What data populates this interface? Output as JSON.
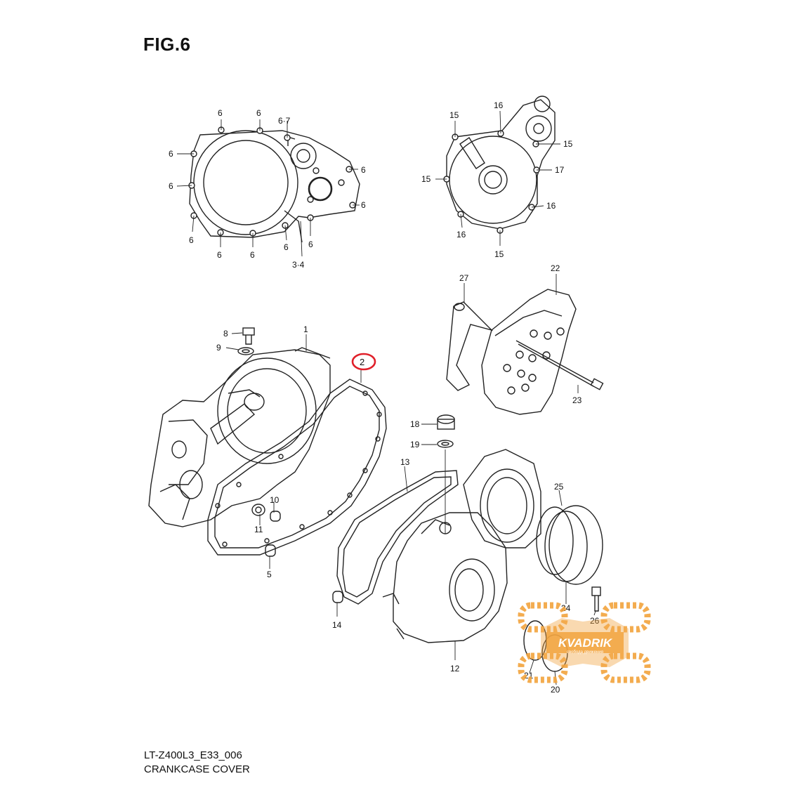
{
  "figure": {
    "title": "FIG.6"
  },
  "footer": {
    "model_code": "LT-Z400L3_E33_006",
    "diagram_name": "CRANKCASE COVER"
  },
  "watermark": {
    "brand": "KVADRIK",
    "tagline": "свобода движения",
    "color": "#f2a541"
  },
  "highlight": {
    "label": "2",
    "color": "#e0202a"
  },
  "callouts": [
    "6",
    "6",
    "6·7",
    "6",
    "6",
    "6",
    "6",
    "6",
    "6",
    "6",
    "6",
    "6",
    "3·4",
    "15",
    "16",
    "15",
    "15",
    "17",
    "16",
    "16",
    "15",
    "27",
    "22",
    "23",
    "1",
    "8",
    "9",
    "2",
    "18",
    "19",
    "13",
    "10",
    "11",
    "5",
    "14",
    "12",
    "25",
    "24",
    "26",
    "21",
    "20"
  ]
}
